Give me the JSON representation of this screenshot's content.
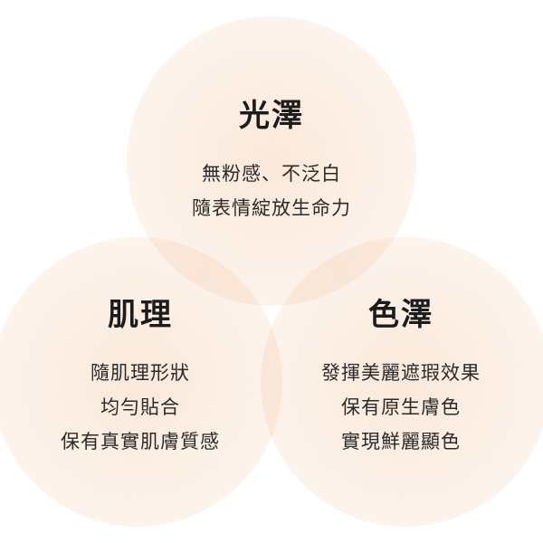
{
  "diagram": {
    "type": "venn",
    "accent_color": "#f5cdb0",
    "circles": [
      {
        "title": "光澤",
        "lines": [
          "無粉感、不泛白",
          "隨表情綻放生命力"
        ]
      },
      {
        "title": "肌理",
        "lines": [
          "隨肌理形狀",
          "均勻貼合",
          "保有真實肌膚質感"
        ]
      },
      {
        "title": "色澤",
        "lines": [
          "發揮美麗遮瑕效果",
          "保有原生膚色",
          "實現鮮麗顯色"
        ]
      }
    ]
  }
}
